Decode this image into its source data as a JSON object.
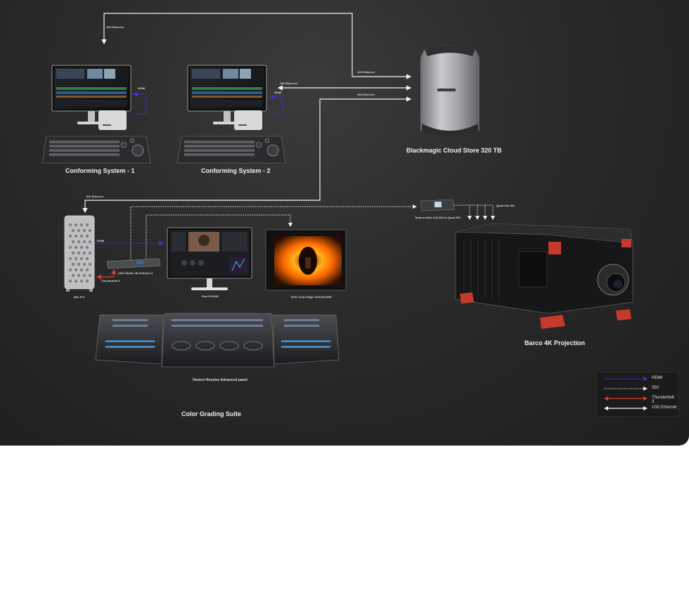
{
  "labels": {
    "cloud_store": "Blackmagic Cloud Store 320 TB",
    "conforming_1": "Conforming System - 1",
    "conforming_2": "Conforming System - 2",
    "barco": "Barco 4K Projection",
    "panel": "Davinci Resolve Advanced panel",
    "suite": "Color Grading Suite",
    "mac_pro": "Mac Pro",
    "ultrastudio": "Ultra Studio 4K Extreme 3",
    "thunderbolt_tag": "Thunderbolt 3",
    "hdmi_tag_1": "HDMI",
    "hdmi_tag_2": "HDMI",
    "hdmi_tag_3": "HDMI",
    "eizo": "Eizo EV3240",
    "eizo_hdr": "EIZO Color Edge CG3145 HDR",
    "teranex": "Teranex Mini 12G-SDI to Quad SDI",
    "quad_link": "Quad link SDI",
    "eth_top": "10G Ethernet",
    "eth_r1": "10G Ethernet",
    "eth_r2": "10G Ethernet",
    "eth_r3": "10G Ethernet",
    "eth_mac": "10G Ethernet"
  },
  "legend": [
    {
      "label": "HDMI",
      "color": "#3b34d6"
    },
    {
      "label": "SDI",
      "color": "#e6e6e6"
    },
    {
      "label": "Thunderbolt 3",
      "color": "#d73a2e"
    },
    {
      "label": "10G Ethernet",
      "color": "#f2f2f2"
    }
  ],
  "brand": {
    "storage_mark": "Blackmagic"
  }
}
